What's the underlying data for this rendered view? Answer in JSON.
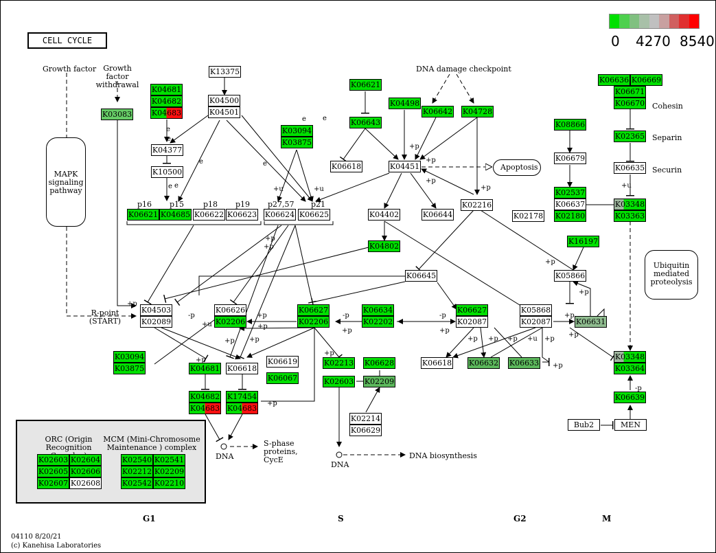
{
  "title": "CELL CYCLE",
  "scale": {
    "min": "0",
    "mid": "4270",
    "max": "8540",
    "colors": [
      "#00e000",
      "#4ed04e",
      "#80c080",
      "#a8c0a8",
      "#c0c0c0",
      "#c8a0a0",
      "#d06060",
      "#e03030",
      "#ff0000"
    ]
  },
  "footer": {
    "line1": "04110 8/20/21",
    "line2": "(c) Kanehisa Laboratories"
  },
  "phases": {
    "g1": "G1",
    "s": "S",
    "g2": "G2",
    "m": "M"
  },
  "labels": {
    "growth_factor": "Growth factor",
    "growth_factor_withdrawal_1": "Growth factor",
    "growth_factor_withdrawal_2": "withdrawal",
    "mapk_1": "MAPK",
    "mapk_2": "signaling",
    "mapk_3": "pathway",
    "dna_damage": "DNA damage checkpoint",
    "apoptosis": "Apoptosis",
    "cohesin": "Cohesin",
    "separin": "Separin",
    "securin": "Securin",
    "ubiquitin_1": "Ubiquitin",
    "ubiquitin_2": "mediated",
    "ubiquitin_3": "proteolysis",
    "rpoint_1": "R-point",
    "rpoint_2": "(START)",
    "p16": "p16",
    "p15": "p15",
    "p18": "p18",
    "p19": "p19",
    "p27_57": "p27,57",
    "p21": "p21",
    "dna1": "DNA",
    "dna2": "DNA",
    "sphase_1": "S-phase proteins,",
    "sphase_2": "CycE",
    "dna_bio": "DNA biosynthesis",
    "orc_1": "ORC (Origin",
    "orc_2": "Recognition Complex)",
    "mcm_1": "MCM (Mini-Chromosome",
    "mcm_2": "Maintenance ) complex",
    "bub2": "Bub2",
    "men": "MEN"
  },
  "edge_labels": [
    "e",
    "e",
    "e",
    "e",
    "e",
    "e",
    "e",
    "e",
    "+p",
    "+p",
    "+p",
    "+p",
    "+u",
    "+u",
    "+p",
    "+p",
    "+p",
    "-p",
    "+u",
    "+p",
    "+p",
    "+p",
    "-p",
    "+p",
    "-p",
    "+p",
    "+p",
    "+p",
    "+p",
    "+p",
    "+p",
    "+u",
    "+p",
    "+p",
    "+p",
    "+p",
    "+p",
    "+p",
    "+u",
    "-p",
    "+p",
    "+p"
  ],
  "genes": [
    {
      "id": "n1",
      "label": "K13375",
      "color": "w"
    },
    {
      "id": "n2",
      "label": "K04500",
      "color": "w"
    },
    {
      "id": "n3",
      "label": "K04501",
      "color": "w"
    },
    {
      "id": "n4",
      "label": "K04681",
      "color": "g"
    },
    {
      "id": "n5",
      "label": "K04682",
      "color": "g"
    },
    {
      "id": "n6",
      "label": "K04683",
      "color": "half"
    },
    {
      "id": "n7",
      "label": "K03083",
      "color": "gm"
    },
    {
      "id": "n8",
      "label": "K04377",
      "color": "w"
    },
    {
      "id": "n9",
      "label": "K10500",
      "color": "w"
    },
    {
      "id": "n10",
      "label": "K06621",
      "color": "g"
    },
    {
      "id": "n11",
      "label": "K04685",
      "color": "g"
    },
    {
      "id": "n12",
      "label": "K06622",
      "color": "w"
    },
    {
      "id": "n13",
      "label": "K06623",
      "color": "w"
    },
    {
      "id": "n14",
      "label": "K03094",
      "color": "g"
    },
    {
      "id": "n15",
      "label": "K03875",
      "color": "g"
    },
    {
      "id": "n16",
      "label": "K06624",
      "color": "w"
    },
    {
      "id": "n17",
      "label": "K06625",
      "color": "w"
    },
    {
      "id": "n18",
      "label": "K06621",
      "color": "g"
    },
    {
      "id": "n19",
      "label": "K06643",
      "color": "g"
    },
    {
      "id": "n20",
      "label": "K06618",
      "color": "w"
    },
    {
      "id": "n21",
      "label": "K04498",
      "color": "g"
    },
    {
      "id": "n22",
      "label": "K06642",
      "color": "g"
    },
    {
      "id": "n23",
      "label": "K04728",
      "color": "g"
    },
    {
      "id": "n24",
      "label": "K04451",
      "color": "w"
    },
    {
      "id": "n25",
      "label": "K04402",
      "color": "w"
    },
    {
      "id": "n26",
      "label": "K06644",
      "color": "w"
    },
    {
      "id": "n27",
      "label": "K02216",
      "color": "w"
    },
    {
      "id": "n28",
      "label": "K04802",
      "color": "g"
    },
    {
      "id": "n29",
      "label": "K08866",
      "color": "g"
    },
    {
      "id": "n30",
      "label": "K06679",
      "color": "w"
    },
    {
      "id": "n31",
      "label": "K02537",
      "color": "g"
    },
    {
      "id": "n32",
      "label": "K06637",
      "color": "w"
    },
    {
      "id": "n33",
      "label": "K02180",
      "color": "g"
    },
    {
      "id": "n34",
      "label": "K02178",
      "color": "w"
    },
    {
      "id": "n35",
      "label": "K06636",
      "color": "g"
    },
    {
      "id": "n36",
      "label": "K06669",
      "color": "g"
    },
    {
      "id": "n37",
      "label": "K06671",
      "color": "g"
    },
    {
      "id": "n38",
      "label": "K06670",
      "color": "g"
    },
    {
      "id": "n39",
      "label": "K02365",
      "color": "g"
    },
    {
      "id": "n40",
      "label": "K06635",
      "color": "w"
    },
    {
      "id": "n41",
      "label": "K03348",
      "color": "half2"
    },
    {
      "id": "n42",
      "label": "K03363",
      "color": "g"
    },
    {
      "id": "n43",
      "label": "K16197",
      "color": "g"
    },
    {
      "id": "n44",
      "label": "K05866",
      "color": "w"
    },
    {
      "id": "n45",
      "label": "K06645",
      "color": "w"
    },
    {
      "id": "n46",
      "label": "K04503",
      "color": "w"
    },
    {
      "id": "n47",
      "label": "K02089",
      "color": "w"
    },
    {
      "id": "n48",
      "label": "K06626",
      "color": "w"
    },
    {
      "id": "n49",
      "label": "K02206",
      "color": "g"
    },
    {
      "id": "n50",
      "label": "K06627",
      "color": "g"
    },
    {
      "id": "n51",
      "label": "K02206",
      "color": "g"
    },
    {
      "id": "n52",
      "label": "K06634",
      "color": "g"
    },
    {
      "id": "n53",
      "label": "K02202",
      "color": "g"
    },
    {
      "id": "n54",
      "label": "K06627",
      "color": "g"
    },
    {
      "id": "n55",
      "label": "K02087",
      "color": "w"
    },
    {
      "id": "n56",
      "label": "K05868",
      "color": "w"
    },
    {
      "id": "n57",
      "label": "K02087",
      "color": "w"
    },
    {
      "id": "n58",
      "label": "K06631",
      "color": "gs"
    },
    {
      "id": "n59",
      "label": "K03094",
      "color": "g"
    },
    {
      "id": "n60",
      "label": "K03875",
      "color": "g"
    },
    {
      "id": "n61",
      "label": "K04681",
      "color": "g"
    },
    {
      "id": "n62",
      "label": "K06618",
      "color": "w"
    },
    {
      "id": "n63",
      "label": "K06619",
      "color": "w"
    },
    {
      "id": "n64",
      "label": "K06067",
      "color": "g"
    },
    {
      "id": "n65",
      "label": "K04682",
      "color": "g"
    },
    {
      "id": "n66",
      "label": "K04683",
      "color": "half"
    },
    {
      "id": "n67",
      "label": "K17454",
      "color": "g"
    },
    {
      "id": "n68",
      "label": "K04683",
      "color": "half"
    },
    {
      "id": "n69",
      "label": "K02213",
      "color": "g"
    },
    {
      "id": "n70",
      "label": "K06628",
      "color": "g"
    },
    {
      "id": "n71",
      "label": "K02603",
      "color": "g"
    },
    {
      "id": "n72",
      "label": "K02209",
      "color": "gl"
    },
    {
      "id": "n73",
      "label": "K02214",
      "color": "w"
    },
    {
      "id": "n74",
      "label": "K06629",
      "color": "w"
    },
    {
      "id": "n75",
      "label": "K06618",
      "color": "w"
    },
    {
      "id": "n76",
      "label": "K06632",
      "color": "gl"
    },
    {
      "id": "n77",
      "label": "K06633",
      "color": "gl"
    },
    {
      "id": "n78",
      "label": "K03348",
      "color": "half2"
    },
    {
      "id": "n79",
      "label": "K03364",
      "color": "g"
    },
    {
      "id": "n80",
      "label": "K06639",
      "color": "g"
    },
    {
      "id": "n81",
      "label": "K02603",
      "color": "g"
    },
    {
      "id": "n82",
      "label": "K02604",
      "color": "g"
    },
    {
      "id": "n83",
      "label": "K02605",
      "color": "g"
    },
    {
      "id": "n84",
      "label": "K02606",
      "color": "g"
    },
    {
      "id": "n85",
      "label": "K02607",
      "color": "g"
    },
    {
      "id": "n86",
      "label": "K02608",
      "color": "w"
    },
    {
      "id": "n87",
      "label": "K02540",
      "color": "g"
    },
    {
      "id": "n88",
      "label": "K02541",
      "color": "g"
    },
    {
      "id": "n89",
      "label": "K02212",
      "color": "g"
    },
    {
      "id": "n90",
      "label": "K02209",
      "color": "g"
    },
    {
      "id": "n91",
      "label": "K02542",
      "color": "g"
    },
    {
      "id": "n92",
      "label": "K02210",
      "color": "g"
    }
  ]
}
